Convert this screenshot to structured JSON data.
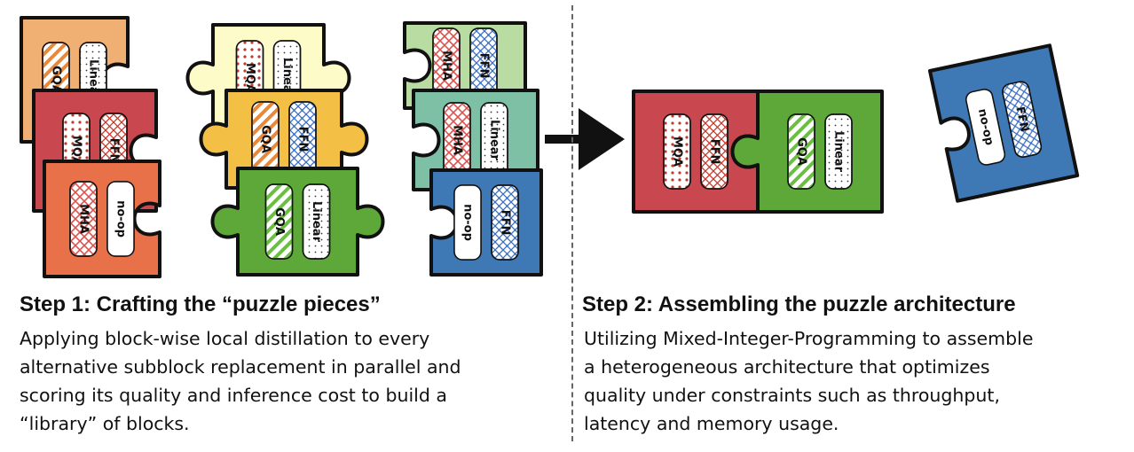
{
  "colors": {
    "orange_light": "#f0b073",
    "yellow_light": "#fdfbc7",
    "green_light": "#b9dca2",
    "red": "#c9474e",
    "amber": "#f4bf45",
    "teal": "#7dc0a6",
    "orange": "#e8714a",
    "green": "#5ea83a",
    "blue": "#3f79b5",
    "mha": "#d9534f",
    "mqa": "#c0392b",
    "gqa": "#6abf40",
    "ffn": "#3b6fbf",
    "linear": "#333333"
  },
  "step1": {
    "title": "Step 1: Crafting the “puzzle pieces”",
    "lines": [
      "Applying block-wise local distillation to every",
      "alternative subblock replacement in parallel and",
      "scoring its quality and inference cost to build a",
      "“library” of blocks."
    ],
    "pieces": [
      {
        "color": "orange_light",
        "labels": [
          "GQA",
          "Linear"
        ]
      },
      {
        "color": "red",
        "labels": [
          "MQA",
          "FFN"
        ]
      },
      {
        "color": "orange",
        "labels": [
          "MHA",
          "no-op"
        ]
      },
      {
        "color": "yellow_light",
        "labels": [
          "MQA",
          "Linear"
        ]
      },
      {
        "color": "amber",
        "labels": [
          "GQA",
          "FFN"
        ]
      },
      {
        "color": "green",
        "labels": [
          "GQA",
          "Linear"
        ]
      },
      {
        "color": "green_light",
        "labels": [
          "MHA",
          "FFN"
        ]
      },
      {
        "color": "teal",
        "labels": [
          "MHA",
          "Linear"
        ]
      },
      {
        "color": "blue",
        "labels": [
          "no-op",
          "FFN"
        ]
      }
    ]
  },
  "step2": {
    "title": "Step 2: Assembling the puzzle architecture",
    "lines": [
      "Utilizing Mixed-Integer-Programming to assemble",
      "a heterogeneous architecture that optimizes",
      "quality under constraints such as throughput,",
      "latency and memory usage."
    ],
    "pieces": [
      {
        "color": "red",
        "labels": [
          "MQA",
          "FFN"
        ]
      },
      {
        "color": "green",
        "labels": [
          "GQA",
          "Linear"
        ]
      },
      {
        "color": "blue",
        "labels": [
          "no-op",
          "FFN"
        ]
      }
    ]
  }
}
